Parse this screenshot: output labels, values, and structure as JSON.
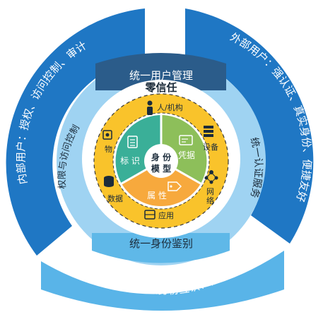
{
  "outer_ring": {
    "internal_users": "内部用户：授权、访问控制、审计",
    "external_users": "外部用户：强认证、真实身份、便捷友好",
    "partners": "合作伙伴：真实身份互认、信任传递"
  },
  "middle_ring": {
    "top": "统一用户管理",
    "left": "权限与访问控制",
    "right": "统一认证服务",
    "bottom": "统一身份鉴别"
  },
  "zero_trust": "零信任",
  "entities": {
    "people": "人/机构",
    "device": "设备",
    "network": "网络",
    "application": "应用",
    "data": "数据",
    "object": "物"
  },
  "core": {
    "identifier": "标 识",
    "credential": "凭据",
    "attribute": "属 性",
    "title_line1": "身 份",
    "title_line2": "模 型"
  },
  "colors": {
    "outer_blue": "#1f77c4",
    "outer_light": "#59b4e8",
    "mid_dark": "#2b5c8a",
    "mid_light": "#9fd3f2",
    "zero_trust_ring": "#ffffff",
    "entity_ring": "#f9c32b",
    "core_teal": "#3aaf98",
    "core_green": "#8dbf5a",
    "core_orange": "#f7a93d"
  }
}
